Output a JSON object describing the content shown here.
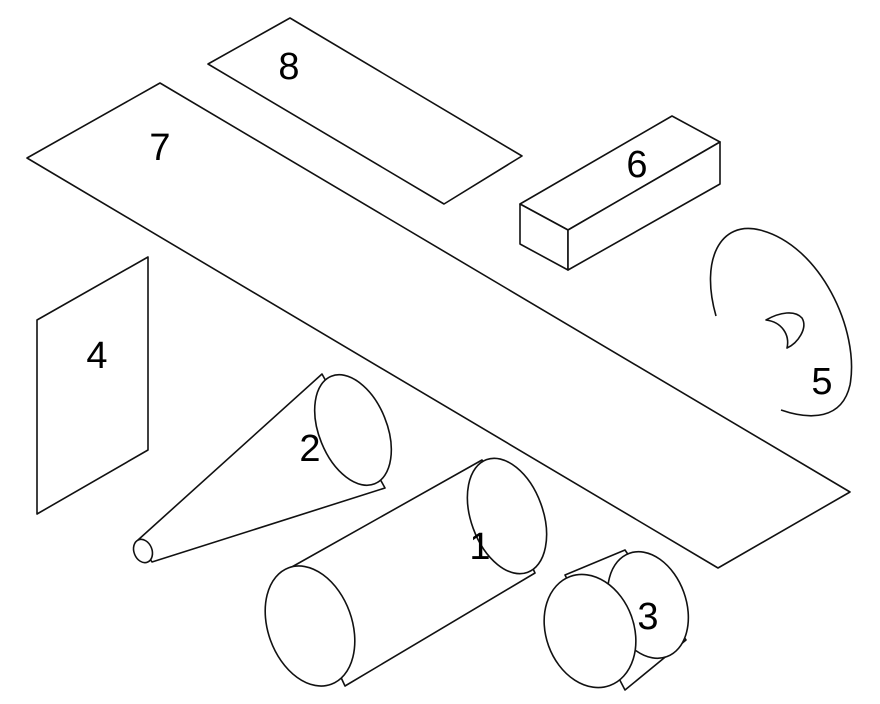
{
  "shapes": {
    "s1": {
      "label": "1",
      "kind": "cylinder"
    },
    "s2": {
      "label": "2",
      "kind": "cone"
    },
    "s3": {
      "label": "3",
      "kind": "short-cylinder"
    },
    "s4": {
      "label": "4",
      "kind": "vertical-plane"
    },
    "s5": {
      "label": "5",
      "kind": "curved-disc"
    },
    "s6": {
      "label": "6",
      "kind": "rectangular-prism"
    },
    "s7": {
      "label": "7",
      "kind": "long-strip"
    },
    "s8": {
      "label": "8",
      "kind": "rectangle-plane"
    }
  }
}
